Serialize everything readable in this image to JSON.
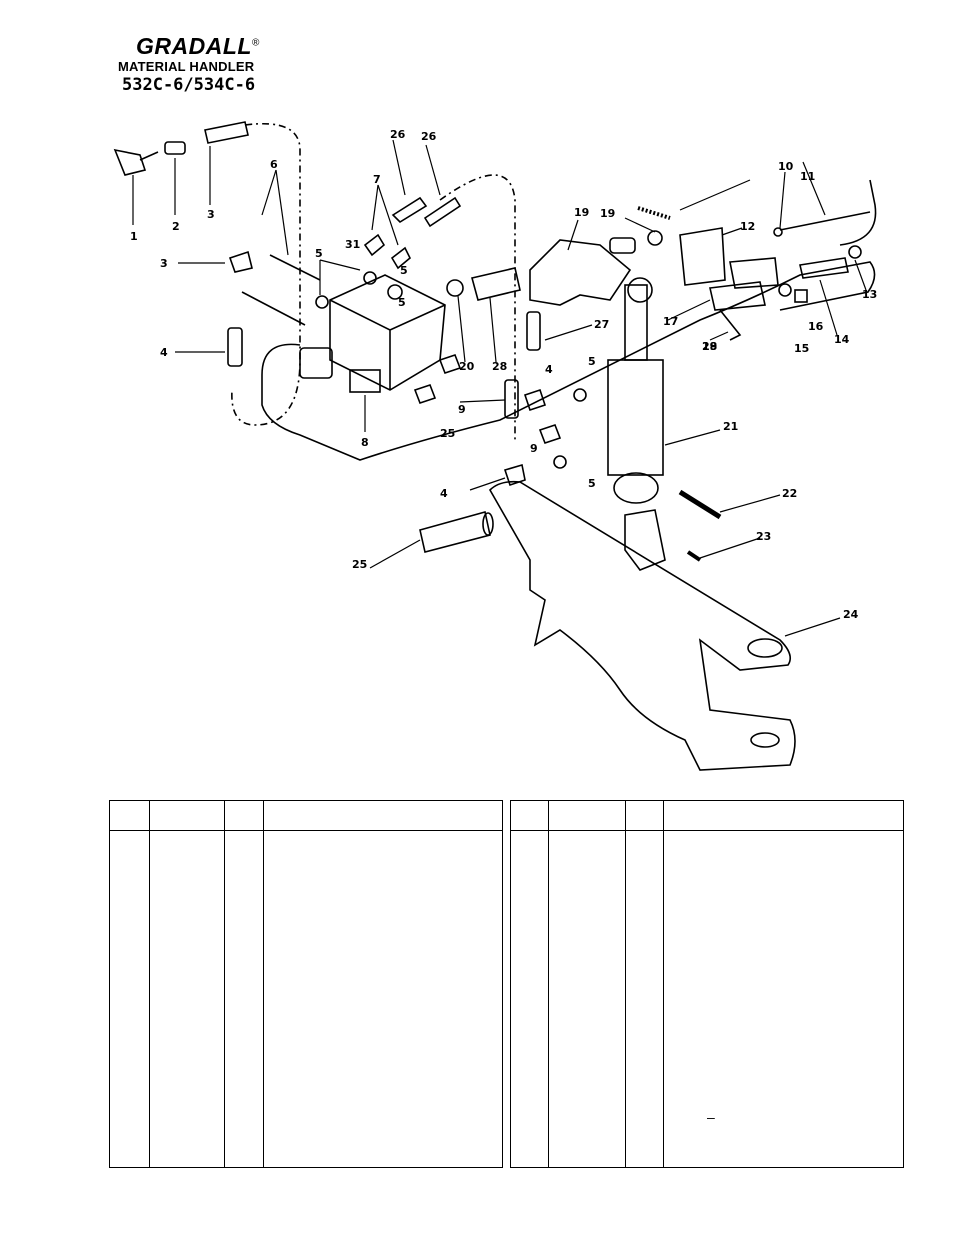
{
  "header": {
    "brand": "GRADALL",
    "registered": "®",
    "subtitle": "MATERIAL HANDLER",
    "models": "532C-6/534C-6"
  },
  "callouts": [
    "1",
    "2",
    "3",
    "3",
    "4",
    "4",
    "4",
    "5",
    "5",
    "5",
    "5",
    "5",
    "6",
    "7",
    "8",
    "9",
    "9",
    "10",
    "11",
    "12",
    "13",
    "14",
    "15",
    "16",
    "17",
    "18",
    "19",
    "19",
    "20",
    "21",
    "22",
    "23",
    "24",
    "25",
    "25",
    "26",
    "26",
    "27",
    "28",
    "29",
    "31"
  ],
  "tables": {
    "left": {
      "mark": ""
    },
    "right": {
      "mark": "–"
    }
  }
}
